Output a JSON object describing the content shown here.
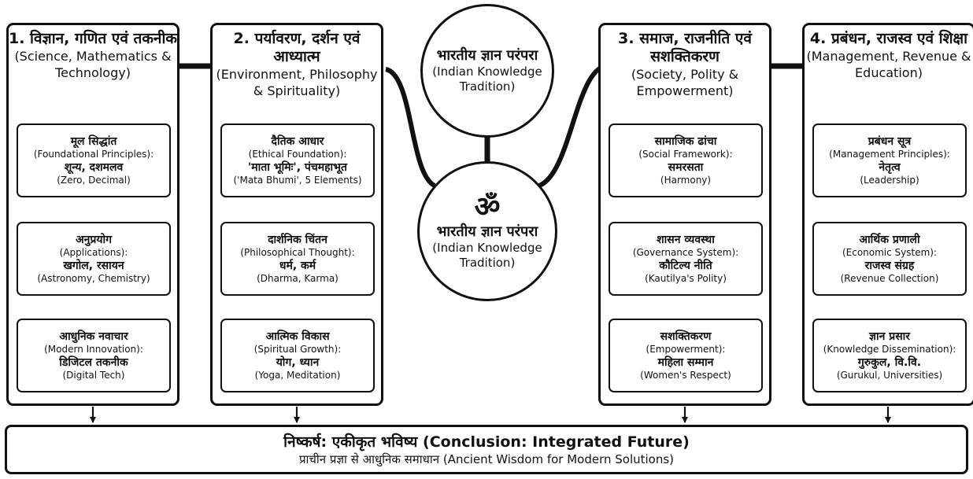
{
  "center": {
    "top_circle": {
      "hi": "भारतीय ज्ञान परंपरा",
      "en": "(Indian Knowledge Tradition)"
    },
    "bottom_circle": {
      "symbol": "ॐ",
      "hi": "भारतीय ज्ञान परंपरा",
      "en": "(Indian Knowledge Tradition)"
    }
  },
  "columns": [
    {
      "title_hi": "1. विज्ञान, गणित एवं तकनीक",
      "title_en": "(Science, Mathematics & Technology)",
      "items": [
        {
          "hi": "मूल सिद्धांत",
          "en": "(Foundational Principles):",
          "val": "शून्य, दशमलव",
          "val_en": "(Zero, Decimal)"
        },
        {
          "hi": "अनुप्रयोग",
          "en": "(Applications):",
          "val": "खगोल, रसायन",
          "val_en": "(Astronomy, Chemistry)"
        },
        {
          "hi": "आधुनिक नवाचार",
          "en": "(Modern Innovation):",
          "val": "डिजिटल तकनीक",
          "val_en": "(Digital Tech)"
        }
      ]
    },
    {
      "title_hi": "2. पर्यावरण, दर्शन एवं आध्यात्म",
      "title_en": "(Environment, Philosophy & Spirituality)",
      "items": [
        {
          "hi": "दैतिक आधार",
          "en": "(Ethical Foundation):",
          "val": "'माता भूमिः', पंचमहाभूत",
          "val_en": "('Mata Bhumi', 5 Elements)"
        },
        {
          "hi": "दार्शनिक चिंतन",
          "en": "(Philosophical Thought):",
          "val": "धर्म, कर्म",
          "val_en": "(Dharma, Karma)"
        },
        {
          "hi": "आत्मिक विकास",
          "en": "(Spiritual Growth):",
          "val": "योग, ध्यान",
          "val_en": "(Yoga, Meditation)"
        }
      ]
    },
    {
      "title_hi": "3. समाज, राजनीति एवं सशक्तिकरण",
      "title_en": "(Society, Polity & Empowerment)",
      "items": [
        {
          "hi": "सामाजिक ढांचा",
          "en": "(Social Framework):",
          "val": "समरसता",
          "val_en": "(Harmony)"
        },
        {
          "hi": "शासन व्यवस्था",
          "en": "(Governance System):",
          "val": "कौटिल्य नीति",
          "val_en": "(Kautilya's Polity)"
        },
        {
          "hi": "सशक्तिकरण",
          "en": "(Empowerment):",
          "val": "महिला सम्मान",
          "val_en": "(Women's Respect)"
        }
      ]
    },
    {
      "title_hi": "4. प्रबंधन, राजस्व एवं शिक्षा",
      "title_en": "(Management, Revenue & Education)",
      "items": [
        {
          "hi": "प्रबंधन सूत्र",
          "en": "(Management Principles):",
          "val": "नेतृत्व",
          "val_en": "(Leadership)"
        },
        {
          "hi": "आर्थिक प्रणाली",
          "en": "(Economic System):",
          "val": "राजस्व संग्रह",
          "val_en": "(Revenue Collection)"
        },
        {
          "hi": "ज्ञान प्रसार",
          "en": "(Knowledge Dissemination):",
          "val": "गुरुकुल, वि.वि.",
          "val_en": "(Gurukul, Universities)"
        }
      ]
    }
  ],
  "conclusion": {
    "title": "निष्कर्ष: एकीकृत भविष्य (Conclusion: Integrated Future)",
    "subtitle": "प्राचीन प्रज्ञा से आधुनिक समाधान (Ancient Wisdom for Modern Solutions)"
  }
}
